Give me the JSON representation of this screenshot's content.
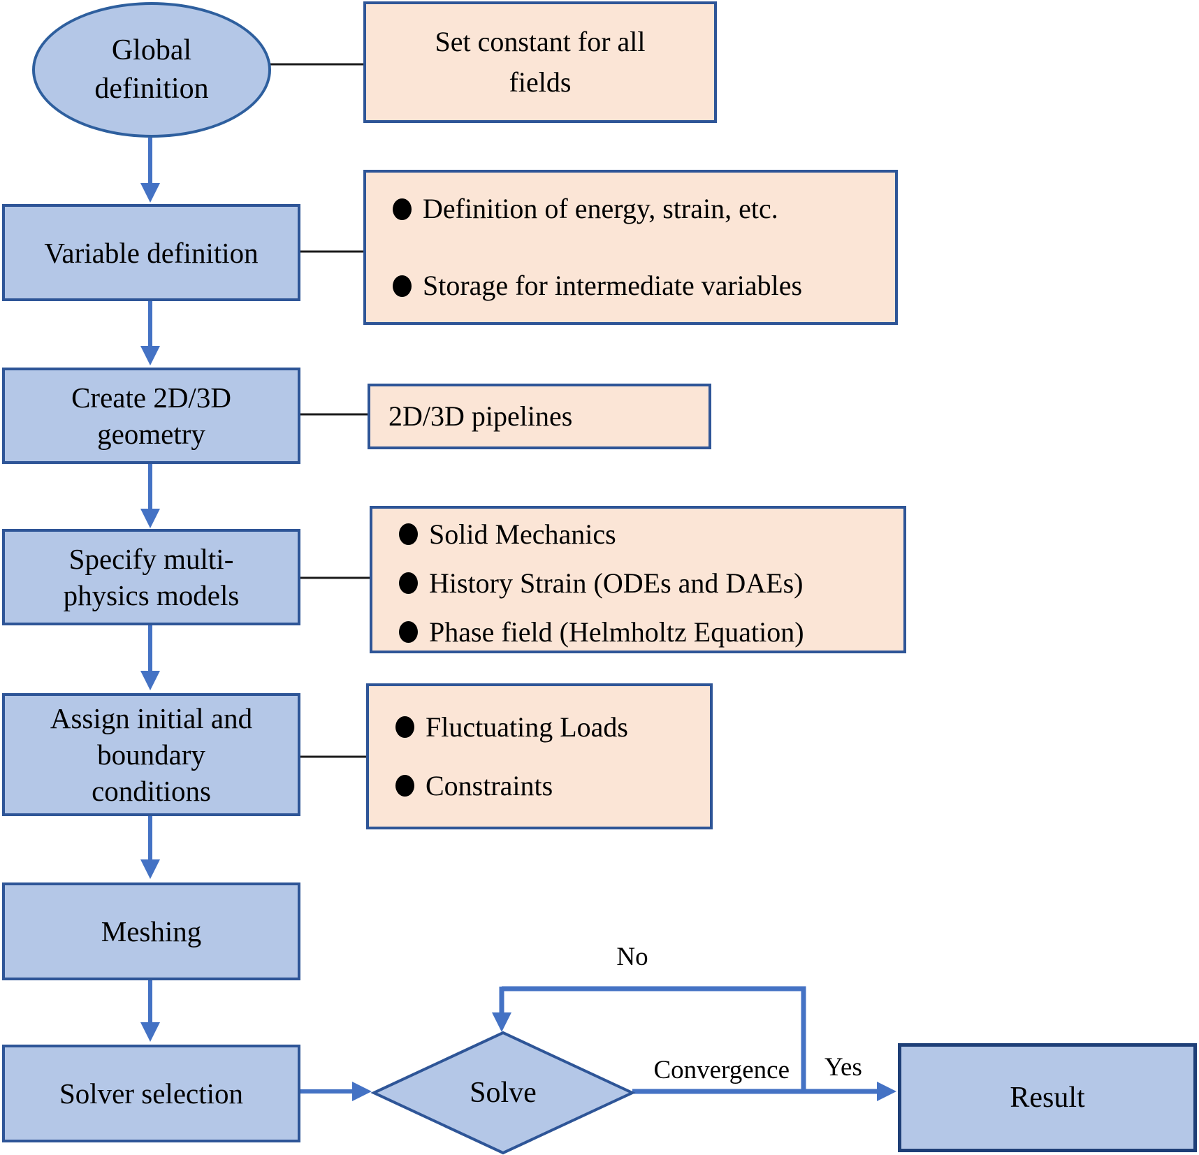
{
  "nodes": {
    "global_definition": {
      "lines": [
        "Global",
        "definition"
      ]
    },
    "variable_definition": {
      "label": "Variable definition"
    },
    "create_geometry": {
      "lines": [
        "Create 2D/3D",
        "geometry"
      ]
    },
    "specify_models": {
      "lines": [
        "Specify multi-",
        "physics models"
      ]
    },
    "assign_conditions": {
      "lines": [
        "Assign initial and",
        "boundary",
        "conditions"
      ]
    },
    "meshing": {
      "label": "Meshing"
    },
    "solver_selection": {
      "label": "Solver selection"
    },
    "solve": {
      "label": "Solve"
    },
    "result": {
      "label": "Result"
    }
  },
  "notes": {
    "set_constant": {
      "lines": [
        "Set constant for all",
        "fields"
      ]
    },
    "variable_notes": {
      "items": [
        "Definition of energy, strain, etc.",
        "Storage for intermediate variables"
      ]
    },
    "pipelines": {
      "label": "2D/3D pipelines"
    },
    "model_notes": {
      "items": [
        "Solid Mechanics",
        "History Strain (ODEs and DAEs)",
        "Phase field (Helmholtz Equation)"
      ]
    },
    "condition_notes": {
      "items": [
        "Fluctuating Loads",
        "Constraints"
      ]
    }
  },
  "edge_labels": {
    "no": "No",
    "yes": "Yes",
    "convergence": "Convergence"
  },
  "colors": {
    "node_fill": "#b4c7e7",
    "node_border": "#2e5597",
    "note_fill": "#fbe5d6",
    "note_border": "#2e5597",
    "arrow": "#4472c4",
    "connector": "#1a1a1a",
    "result_border": "#1e3f77"
  }
}
